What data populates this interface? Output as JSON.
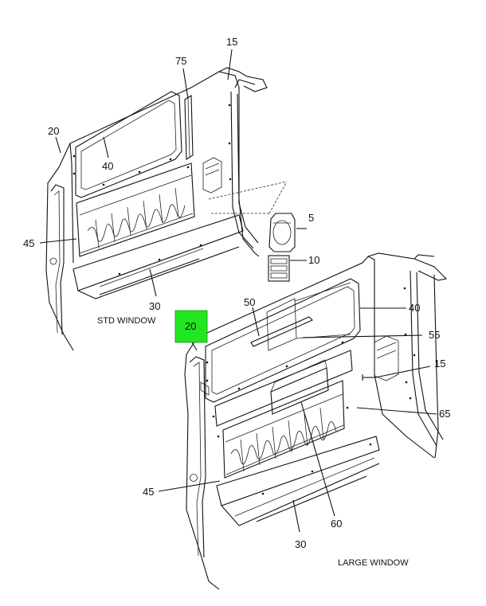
{
  "diagram": {
    "captions": {
      "std_window": "STD WINDOW",
      "large_window": "LARGE WINDOW"
    },
    "highlight_color": "#22e622",
    "callouts": {
      "std_15": "15",
      "std_75": "75",
      "std_20": "20",
      "std_40": "40",
      "std_45": "45",
      "std_30": "30",
      "part_5": "5",
      "part_10": "10",
      "lg_20": "20",
      "lg_50": "50",
      "lg_40": "40",
      "lg_55": "55",
      "lg_15": "15",
      "lg_65": "65",
      "lg_45": "45",
      "lg_60": "60",
      "lg_30": "30"
    }
  }
}
